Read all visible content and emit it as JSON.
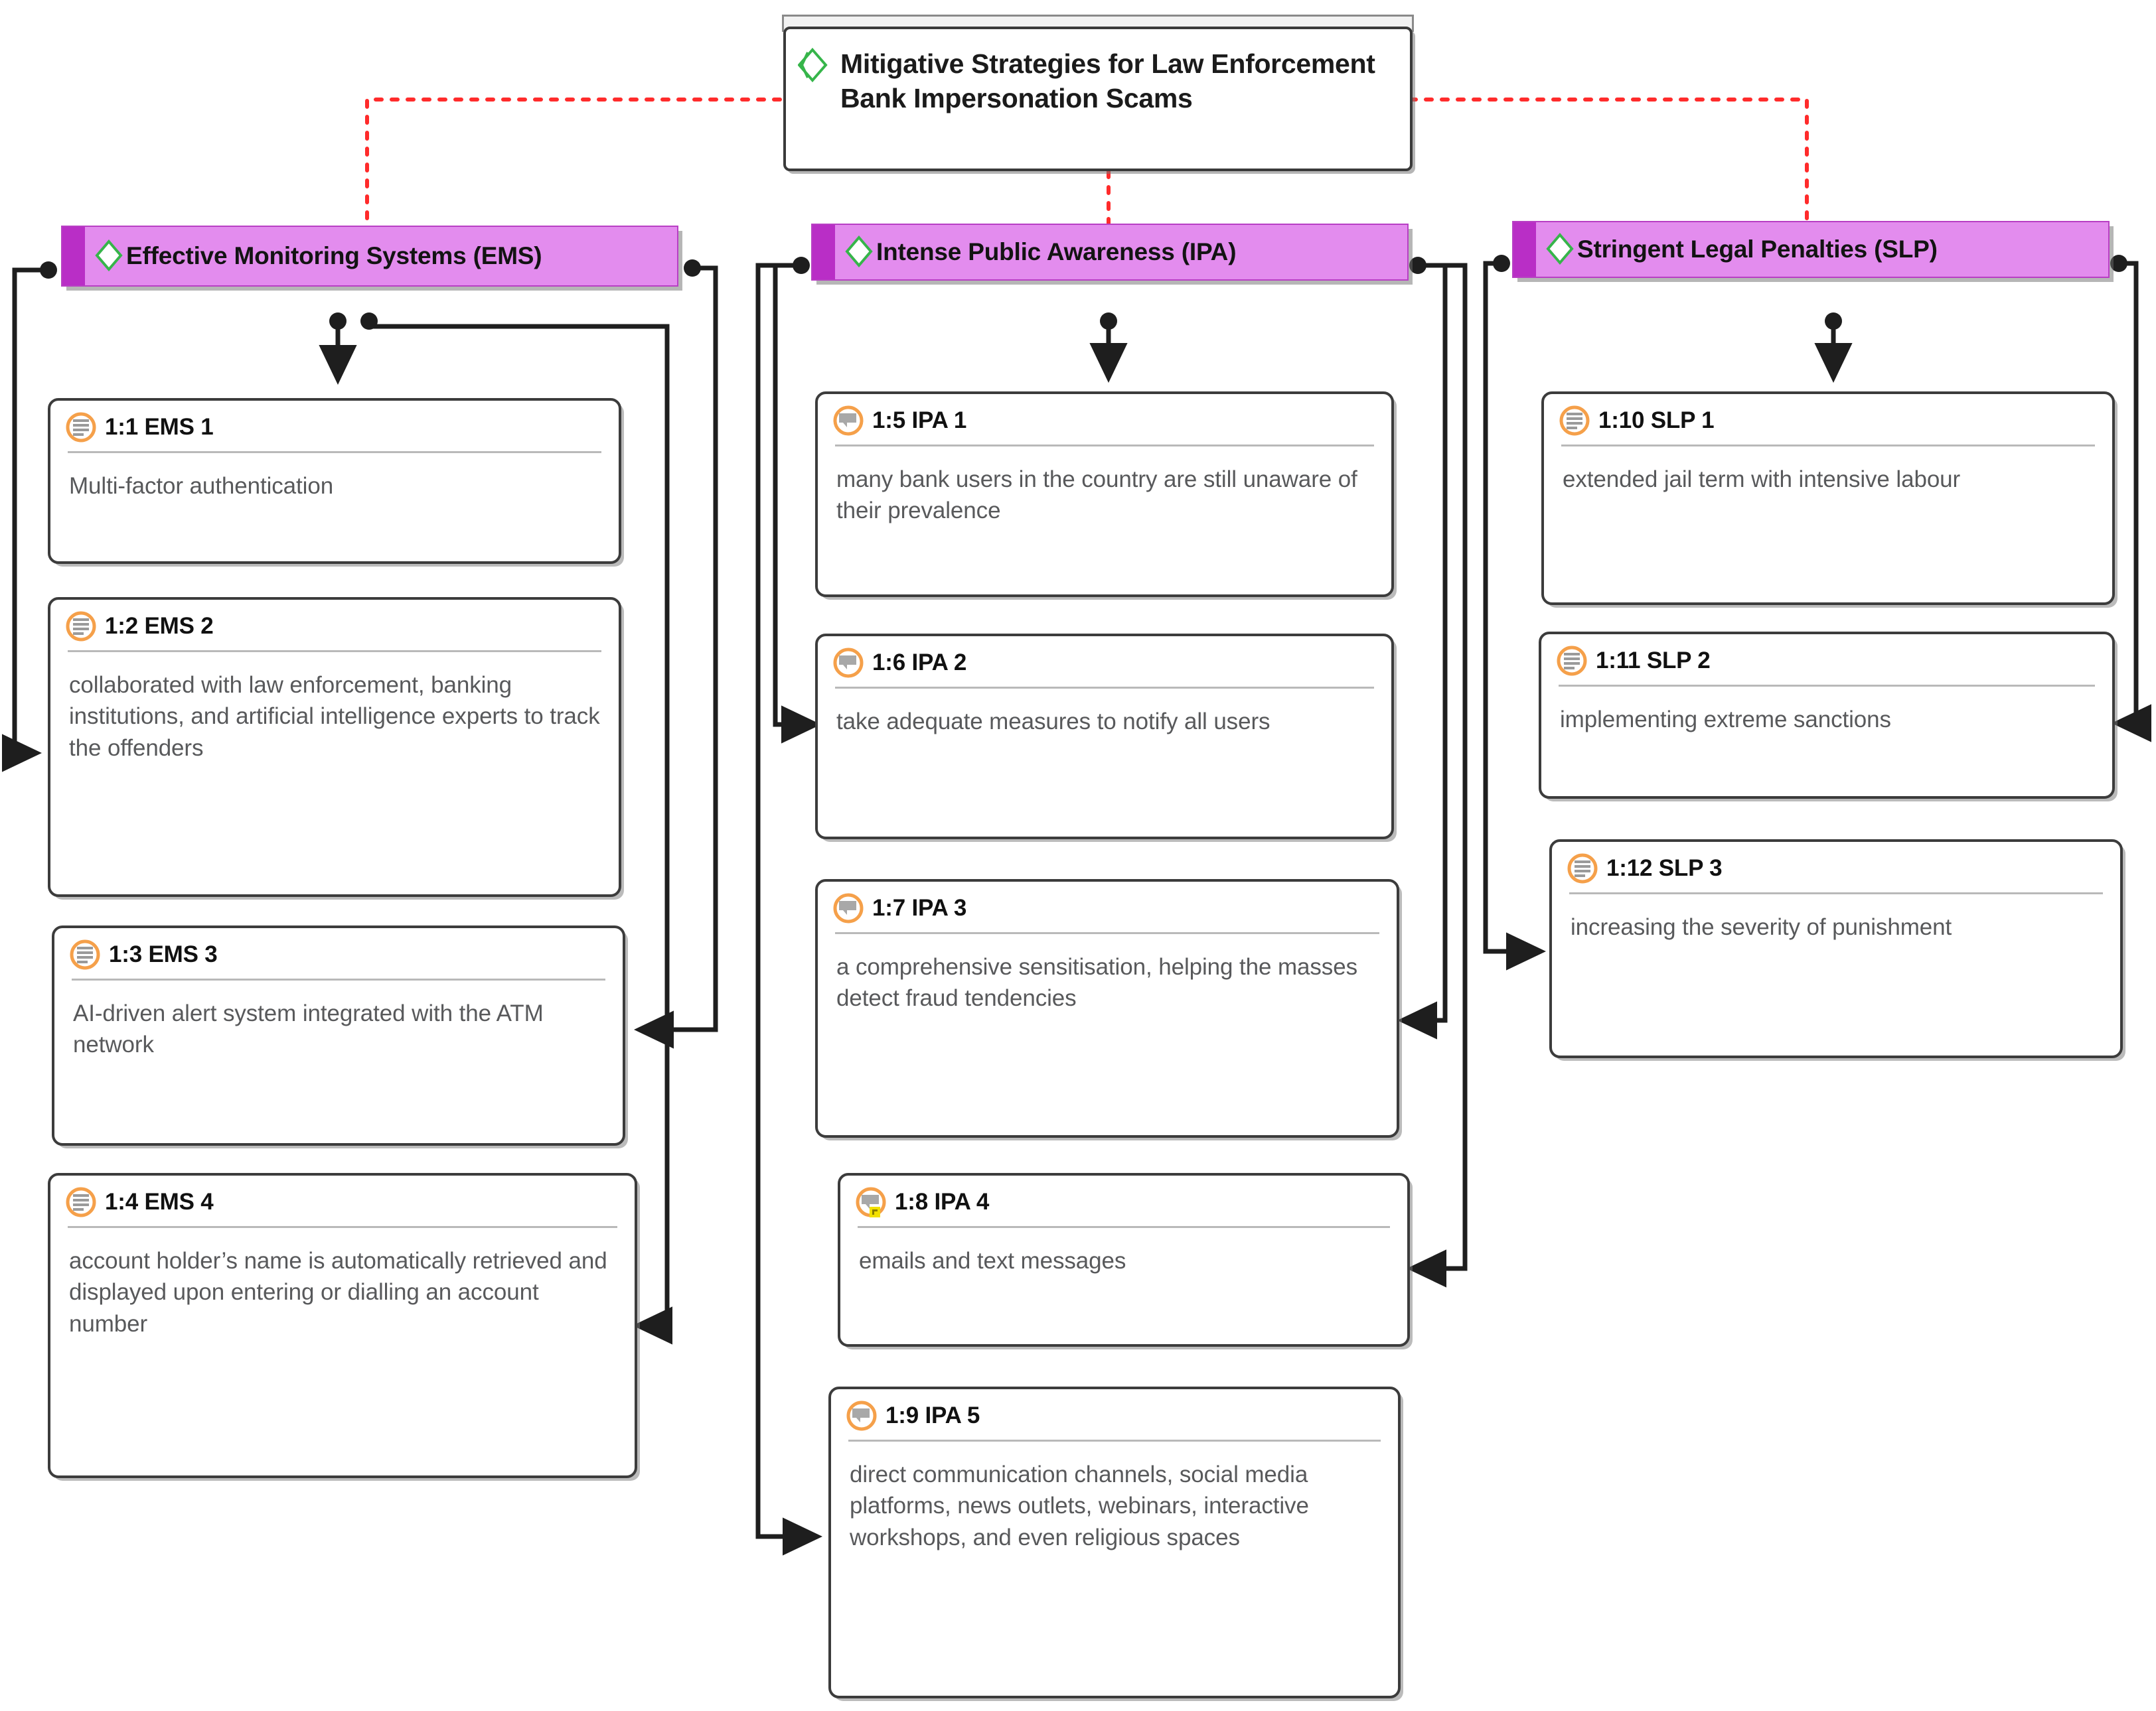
{
  "root": {
    "title": "Mitigative Strategies for Law Enforcement Bank Impersonation Scams",
    "icon": "diamond-green-icon"
  },
  "palette": {
    "header_fill": "#e38cee",
    "header_stripe": "#b92ec6",
    "header_border": "#b83fc4",
    "card_border": "#3c3c3c",
    "leaf_icon_ring": "#f5a04a",
    "leaf_badge": "#f2e000",
    "link_color": "#2b2b2b",
    "root_link_color": "#ff2b2b",
    "diamond_stroke": "#36b54a",
    "body_text": "#58595b"
  },
  "categories": [
    {
      "id": "ems",
      "label": "Effective Monitoring Systems (EMS)",
      "icon": "diamond-green-icon",
      "items": [
        {
          "code": "1:1 EMS 1",
          "icon": "document-lines-icon",
          "text": "Multi-factor authentication"
        },
        {
          "code": "1:2 EMS 2",
          "icon": "document-lines-icon",
          "text": "collaborated with law enforcement, banking institutions, and artificial intelligence experts to track the offenders"
        },
        {
          "code": "1:3 EMS 3",
          "icon": "document-lines-icon",
          "text": "AI-driven alert system integrated with the ATM network"
        },
        {
          "code": "1:4 EMS 4",
          "icon": "document-lines-icon",
          "text": "account holder’s name is automatically retrieved and displayed upon entering or dialling an account number"
        }
      ]
    },
    {
      "id": "ipa",
      "label": "Intense Public Awareness (IPA)",
      "icon": "diamond-green-icon",
      "items": [
        {
          "code": "1:5 IPA 1",
          "icon": "quote-bubble-icon",
          "text": "many bank users in the country are still unaware of their prevalence"
        },
        {
          "code": "1:6 IPA 2",
          "icon": "quote-bubble-icon",
          "text": "take adequate measures to notify all users"
        },
        {
          "code": "1:7 IPA 3",
          "icon": "quote-bubble-icon",
          "text": " a comprehensive sensitisation, helping the masses detect fraud tendencies"
        },
        {
          "code": "1:8 IPA 4",
          "icon": "quote-bubble-badge-icon",
          "text": "emails and text messages"
        },
        {
          "code": "1:9 IPA 5",
          "icon": "quote-bubble-icon",
          "text": "direct communication channels, social media platforms, news outlets, webinars, interactive workshops, and even religious spaces"
        }
      ]
    },
    {
      "id": "slp",
      "label": "Stringent Legal Penalties (SLP)",
      "icon": "diamond-green-icon",
      "items": [
        {
          "code": "1:10 SLP 1",
          "icon": "document-lines-icon",
          "text": "extended jail term with intensive labour"
        },
        {
          "code": "1:11 SLP 2",
          "icon": "document-lines-icon",
          "text": "implementing extreme sanctions"
        },
        {
          "code": "1:12 SLP 3",
          "icon": "document-lines-icon",
          "text": "increasing the severity of punishment"
        }
      ]
    }
  ]
}
